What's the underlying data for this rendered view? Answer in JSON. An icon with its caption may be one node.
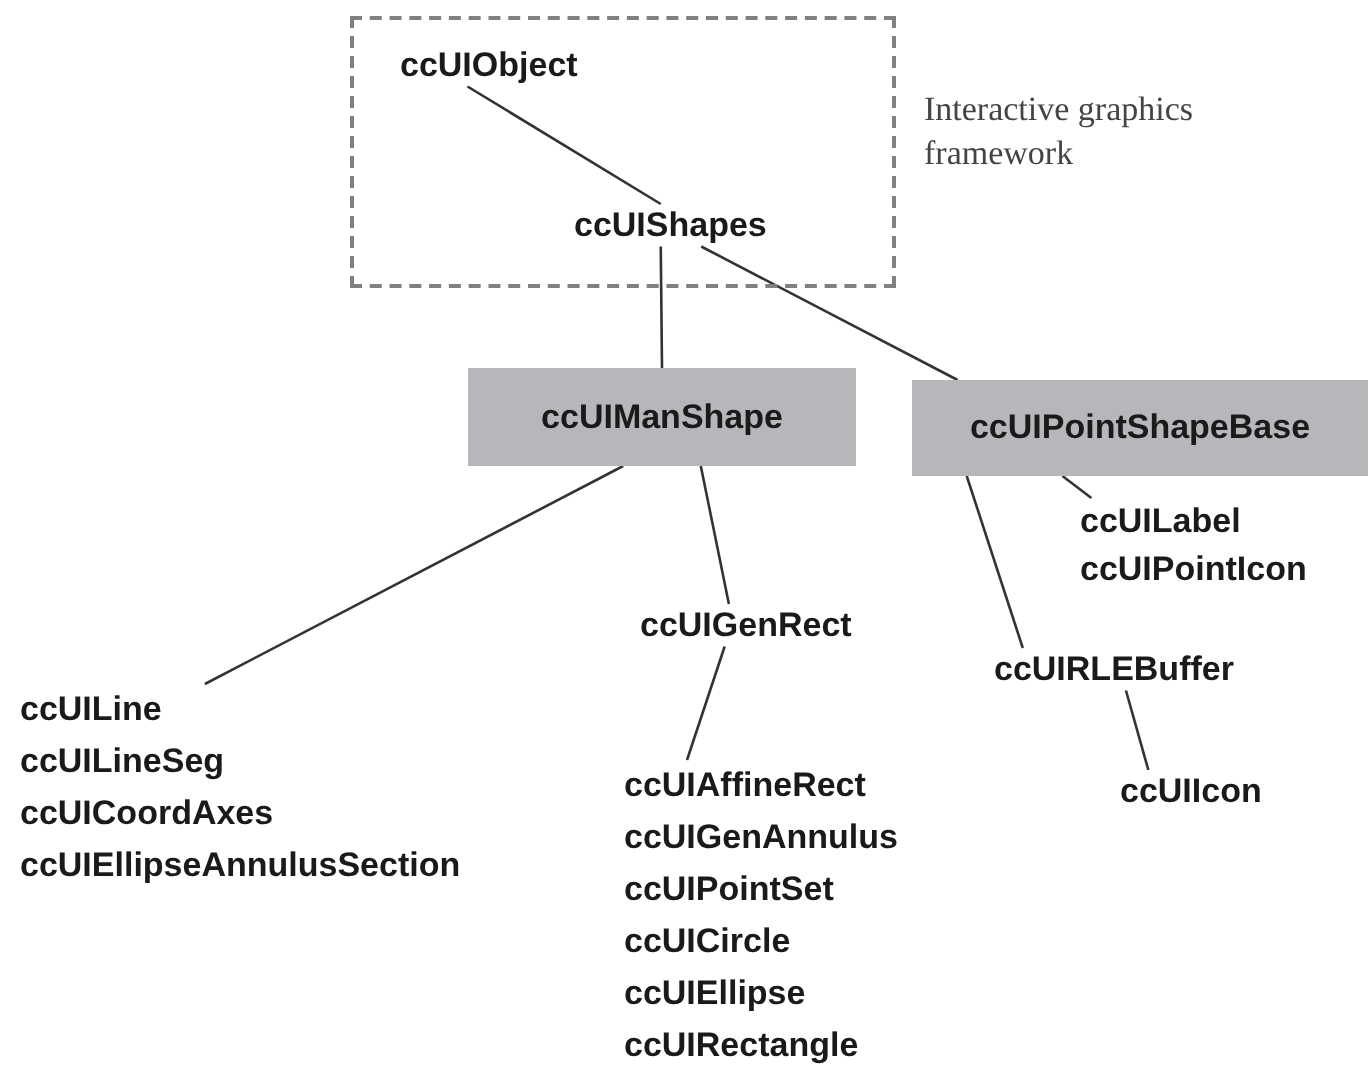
{
  "diagram": {
    "nodes": [
      {
        "text": [],
        "shape": "box",
        "beside": [
          "Interactive graphics framework"
        ]
      },
      {
        "text": [
          "ccUIObject"
        ],
        "in": 0
      },
      {
        "text": [
          "ccUIShapes"
        ],
        "in": 0
      },
      {
        "text": [
          "ccUIManShape"
        ]
      },
      {
        "text": [
          "ccUIPointShapeBase"
        ]
      },
      {
        "text": [
          "ccUILine",
          "ccUILineSeg",
          "ccUICoordAxes",
          "ccUIEllipseAnnulusSection"
        ]
      },
      {
        "text": [
          "ccUIGenRect"
        ]
      },
      {
        "text": [
          "ccUILabel",
          "ccUIPointIcon"
        ]
      },
      {
        "text": [
          "ccUIRLEBuffer"
        ]
      },
      {
        "text": [
          "ccUIAffineRect",
          "ccUIGenAnnulus",
          "ccUIPointSet",
          "ccUICircle",
          "ccUIEllipse",
          "ccUIRectangle"
        ]
      },
      {
        "text": [
          "ccUIIcon"
        ]
      }
    ],
    "edges": [
      {
        "from": 1,
        "to": 2,
        "arrow": "none"
      },
      {
        "from": 2,
        "to": 3,
        "arrow": "none"
      },
      {
        "from": 2,
        "to": 4,
        "arrow": "none"
      },
      {
        "from": 3,
        "to": 5,
        "arrow": "none"
      },
      {
        "from": 3,
        "to": 6,
        "arrow": "none"
      },
      {
        "from": 4,
        "to": 7,
        "arrow": "none"
      },
      {
        "from": 4,
        "to": 8,
        "arrow": "none"
      },
      {
        "from": 6,
        "to": 9,
        "arrow": "none"
      },
      {
        "from": 8,
        "to": 10,
        "arrow": "none"
      }
    ]
  }
}
